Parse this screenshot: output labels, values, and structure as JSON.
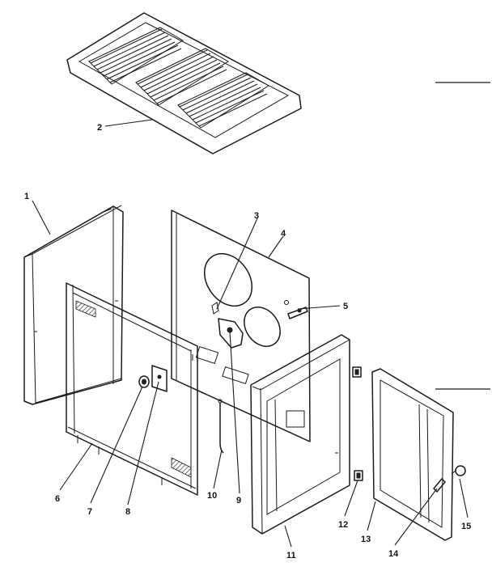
{
  "callouts": {
    "c1": "1",
    "c2": "2",
    "c3": "3",
    "c4": "4",
    "c5": "5",
    "c6": "6",
    "c7": "7",
    "c8": "8",
    "c9": "9",
    "c10": "10",
    "c11": "11",
    "c12": "12",
    "c13": "13",
    "c14": "14",
    "c15": "15"
  },
  "colors": {
    "ink": "#1a1a1a",
    "background": "#ffffff"
  }
}
